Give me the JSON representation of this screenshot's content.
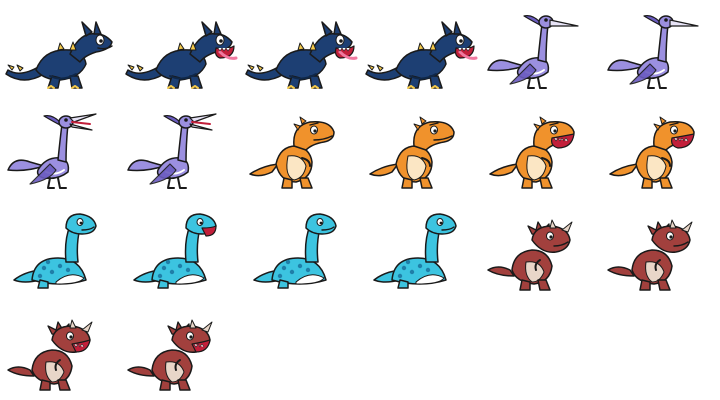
{
  "sprite_sheet": {
    "rows": 4,
    "columns": 6,
    "frames": [
      {
        "character": "blue-dragon",
        "pose": "idle",
        "color": "#1d3f73",
        "accent": "#f2c84b"
      },
      {
        "character": "blue-dragon",
        "pose": "roar",
        "color": "#1d3f73",
        "accent": "#f2c84b"
      },
      {
        "character": "blue-dragon",
        "pose": "roar",
        "color": "#1d3f73",
        "accent": "#f2c84b"
      },
      {
        "character": "blue-dragon",
        "pose": "roar",
        "color": "#1d3f73",
        "accent": "#f2c84b"
      },
      {
        "character": "purple-pterodactyl",
        "pose": "idle",
        "color": "#9b8fe0",
        "accent": "#6b5cc0"
      },
      {
        "character": "purple-pterodactyl",
        "pose": "idle",
        "color": "#9b8fe0",
        "accent": "#6b5cc0"
      },
      {
        "character": "purple-pterodactyl",
        "pose": "squawk",
        "color": "#9b8fe0",
        "accent": "#6b5cc0"
      },
      {
        "character": "purple-pterodactyl",
        "pose": "squawk",
        "color": "#9b8fe0",
        "accent": "#6b5cc0"
      },
      {
        "character": "orange-trex",
        "pose": "idle",
        "color": "#f0922c",
        "accent": "#fbe6c4"
      },
      {
        "character": "orange-trex",
        "pose": "idle",
        "color": "#f0922c",
        "accent": "#fbe6c4"
      },
      {
        "character": "orange-trex",
        "pose": "roar",
        "color": "#f0922c",
        "accent": "#fbe6c4"
      },
      {
        "character": "orange-trex",
        "pose": "roar",
        "color": "#f0922c",
        "accent": "#fbe6c4"
      },
      {
        "character": "cyan-brontosaurus",
        "pose": "idle",
        "color": "#3cc4e0",
        "accent": "#1f7fa8"
      },
      {
        "character": "cyan-brontosaurus",
        "pose": "roar",
        "color": "#3cc4e0",
        "accent": "#1f7fa8"
      },
      {
        "character": "cyan-brontosaurus",
        "pose": "idle",
        "color": "#3cc4e0",
        "accent": "#1f7fa8"
      },
      {
        "character": "cyan-brontosaurus",
        "pose": "idle",
        "color": "#3cc4e0",
        "accent": "#1f7fa8"
      },
      {
        "character": "red-triceratops",
        "pose": "idle",
        "color": "#a2403d",
        "accent": "#e8d6c8"
      },
      {
        "character": "red-triceratops",
        "pose": "idle",
        "color": "#a2403d",
        "accent": "#e8d6c8"
      },
      {
        "character": "red-triceratops",
        "pose": "roar",
        "color": "#a2403d",
        "accent": "#e8d6c8"
      },
      {
        "character": "red-triceratops",
        "pose": "roar",
        "color": "#a2403d",
        "accent": "#e8d6c8"
      }
    ]
  }
}
